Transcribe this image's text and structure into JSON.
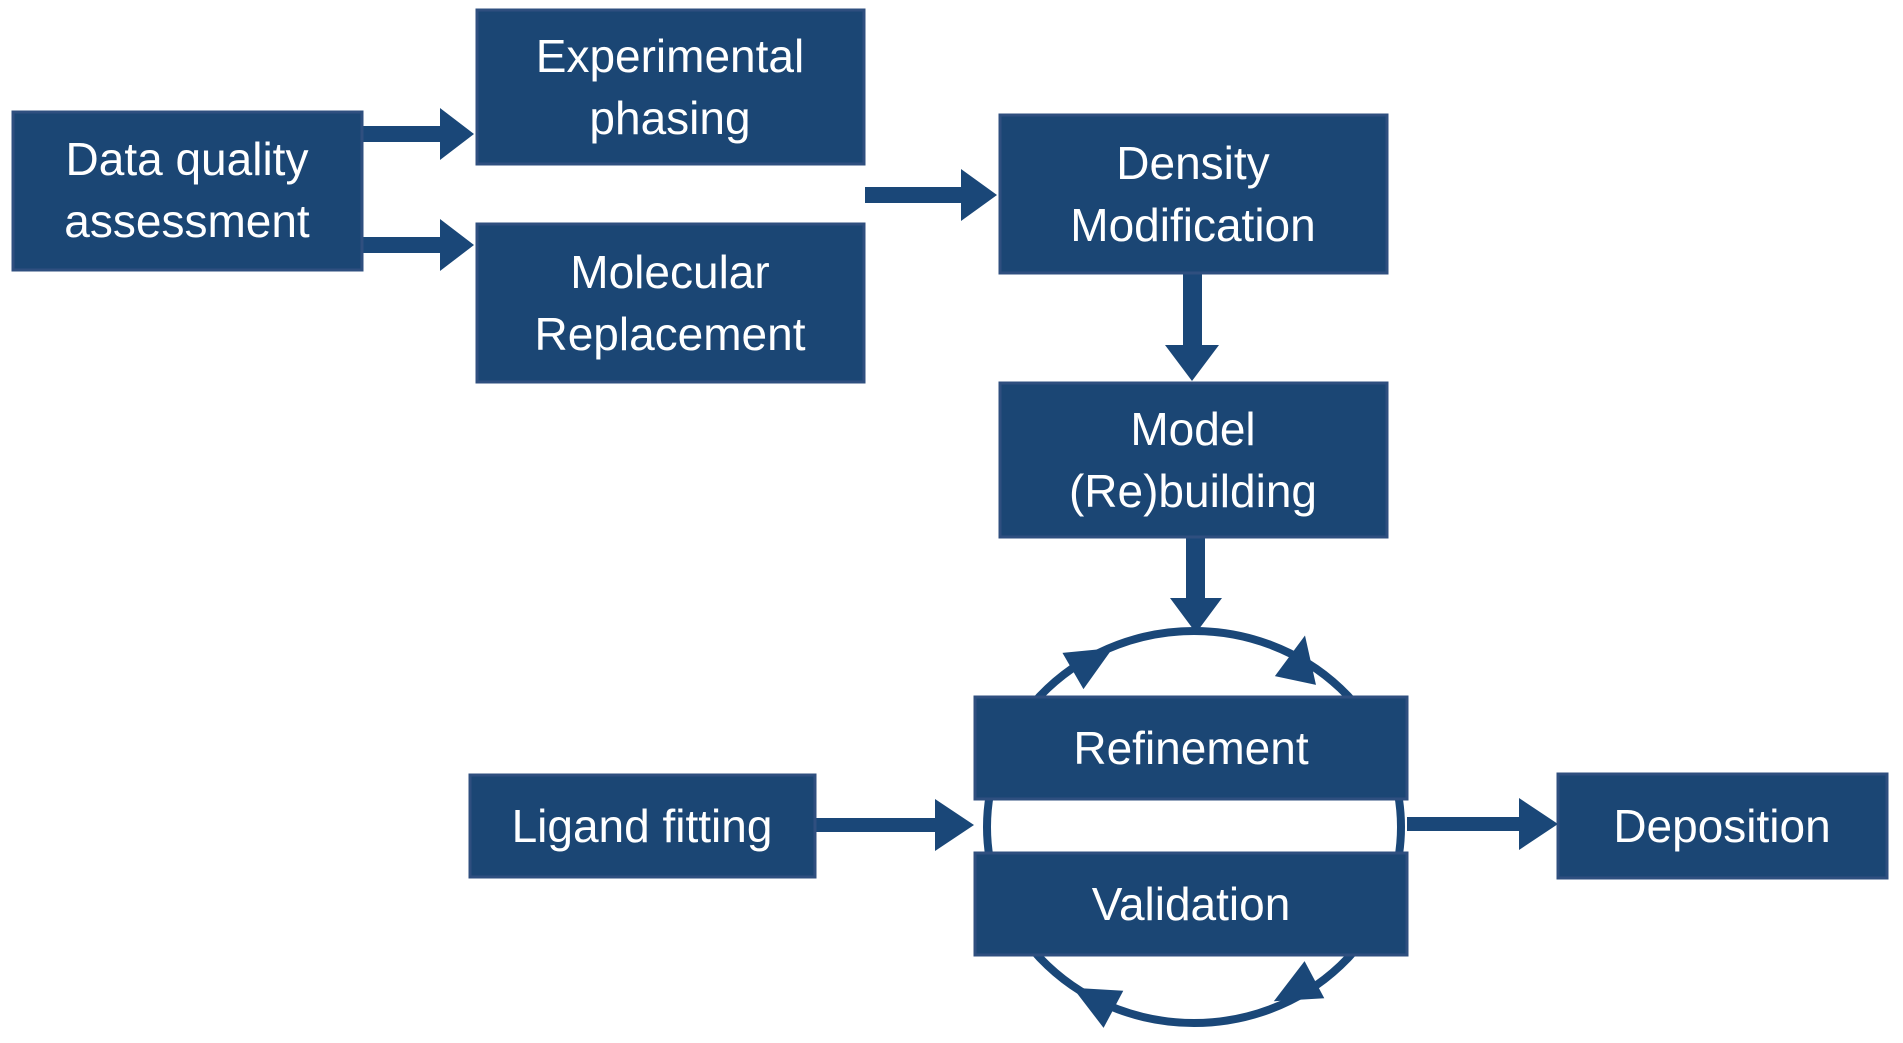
{
  "diagram": {
    "boxes": {
      "data_quality_assessment": {
        "line1": "Data quality",
        "line2": "assessment"
      },
      "experimental_phasing": {
        "line1": "Experimental",
        "line2": "phasing"
      },
      "molecular_replacement": {
        "line1": "Molecular",
        "line2": "Replacement"
      },
      "density_modification": {
        "line1": "Density",
        "line2": "Modification"
      },
      "model_rebuilding": {
        "line1": "Model",
        "line2": "(Re)building"
      },
      "refinement": {
        "label": "Refinement"
      },
      "validation": {
        "label": "Validation"
      },
      "ligand_fitting": {
        "label": "Ligand fitting"
      },
      "deposition": {
        "label": "Deposition"
      }
    },
    "edges": [
      {
        "from": "Data quality assessment",
        "to": "Experimental phasing"
      },
      {
        "from": "Data quality assessment",
        "to": "Molecular Replacement"
      },
      {
        "from": "Experimental phasing / Molecular Replacement",
        "to": "Density Modification"
      },
      {
        "from": "Density Modification",
        "to": "Model (Re)building"
      },
      {
        "from": "Model (Re)building",
        "to": "Refinement-Validation cycle"
      },
      {
        "from": "Ligand fitting",
        "to": "Refinement-Validation cycle"
      },
      {
        "from": "Refinement-Validation cycle",
        "to": "Deposition"
      }
    ],
    "cycle": {
      "members": [
        "Refinement",
        "Validation"
      ],
      "direction": "clockwise"
    }
  },
  "colors": {
    "box_fill": "#1B4674",
    "box_border": "#2F4F7F",
    "arrow": "#1A4778",
    "label_text": "#FFFFFF",
    "background": "#FFFFFF"
  }
}
